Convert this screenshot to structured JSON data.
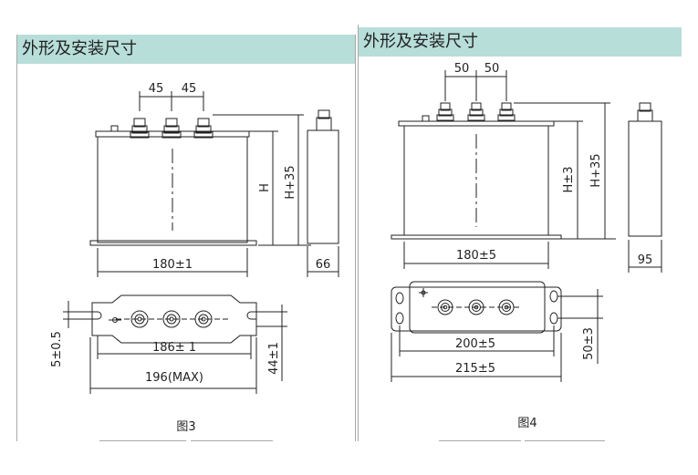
{
  "panels": [
    {
      "title": "外形及安装尺寸",
      "caption": "图3",
      "dims": {
        "pitch_left": "45",
        "pitch_right": "45",
        "height": "H",
        "height_total": "H+35",
        "width": "180±1",
        "depth": "66",
        "slot_offset": "5±0.5",
        "mount_pitch": "186± 1",
        "max_width": "196(MAX)",
        "mount_depth": "44±1"
      }
    },
    {
      "title": "外形及安装尺寸",
      "caption": "图4",
      "dims": {
        "pitch_left": "50",
        "pitch_right": "50",
        "height": "H±3",
        "height_total": "H+35",
        "width": "180±5",
        "depth": "95",
        "mount_pitch": "200±5",
        "max_width": "215±5",
        "mount_depth": "50±3"
      }
    }
  ]
}
